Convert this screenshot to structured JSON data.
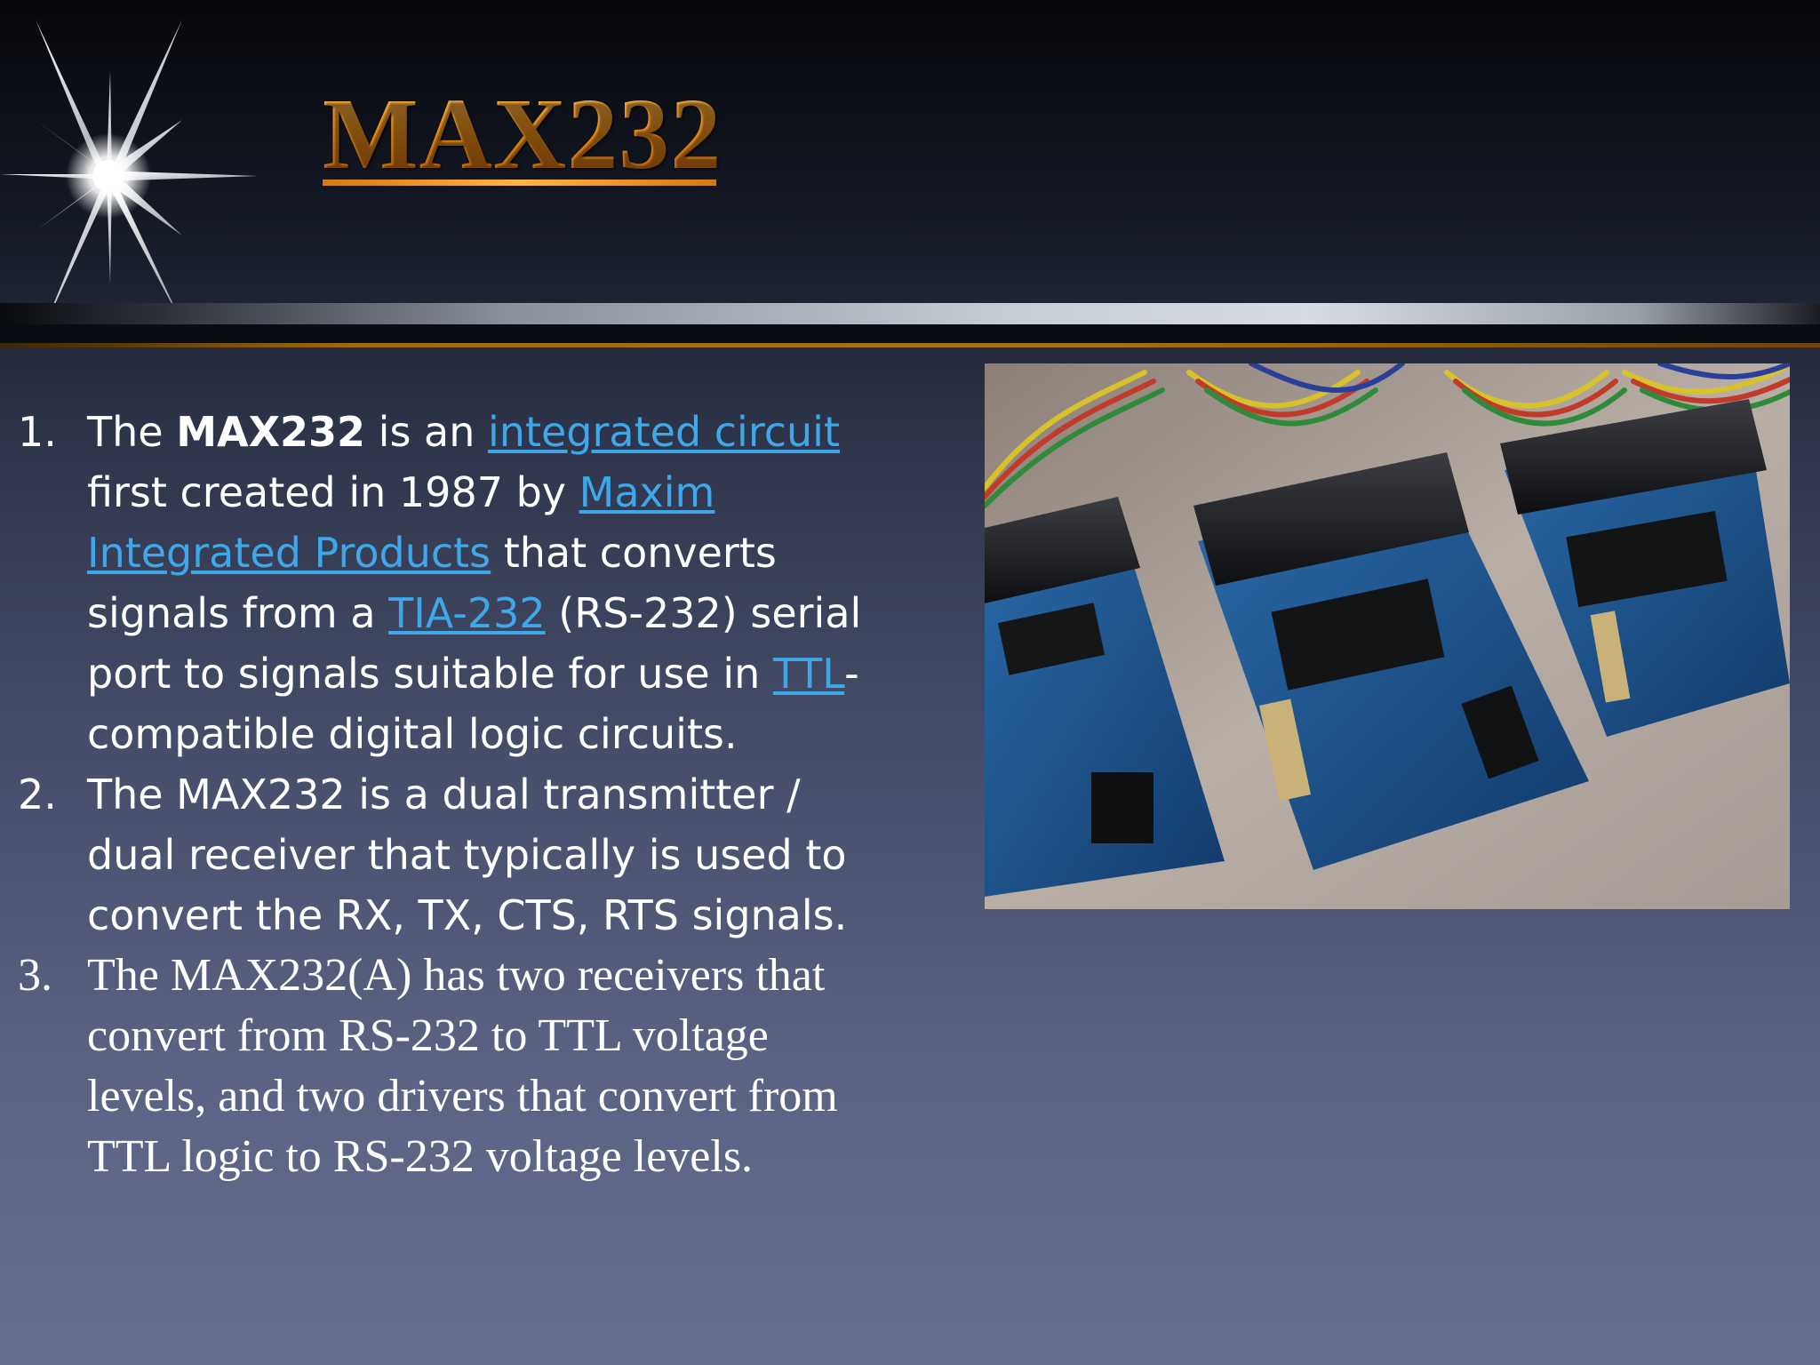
{
  "slide": {
    "title": "MAX232",
    "items": [
      {
        "number": "1.",
        "t1": "The ",
        "t2": "MAX232",
        "t3": " is an ",
        "link1": "integrated circuit",
        "t4": " first created in 1987 by ",
        "link2": "Maxim Integrated Products",
        "t5": " that converts signals from a ",
        "link3": "TIA-232",
        "t6": " (RS-232) serial port to signals suitable for use in ",
        "link4": "TTL",
        "t7": "-compatible digital logic circuits."
      },
      {
        "number": "2.",
        "text": "The MAX232 is a dual transmitter / dual receiver that typically is used to convert the RX, TX, CTS, RTS signals."
      },
      {
        "number": "3.",
        "text": "The MAX232(A) has two receivers that convert from RS-232 to TTL voltage levels, and two drivers that convert from TTL logic to RS-232 voltage levels."
      }
    ],
    "colors": {
      "title_orange": "#ef921c",
      "link_blue": "#3ea7ea",
      "body_text": "#ffffff"
    },
    "icons": [
      "star-burst-icon"
    ]
  }
}
